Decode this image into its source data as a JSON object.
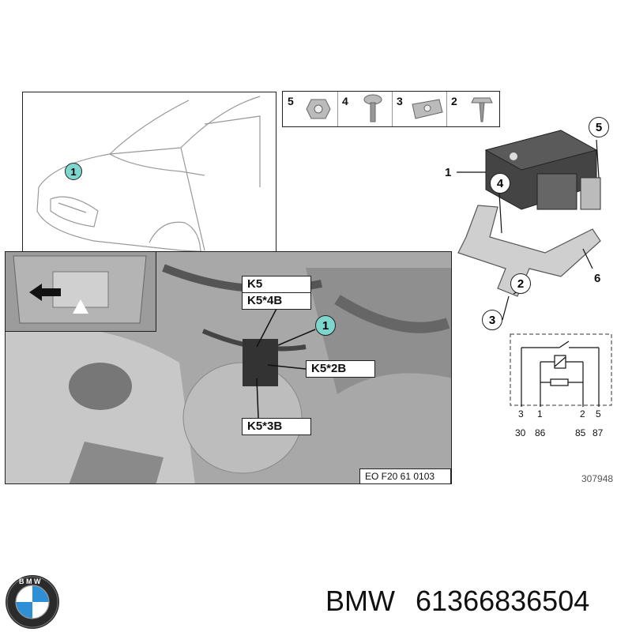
{
  "car_view": {
    "callout": "1"
  },
  "hardware": [
    {
      "number": "5",
      "icon": "nut-icon"
    },
    {
      "number": "4",
      "icon": "screw-icon"
    },
    {
      "number": "3",
      "icon": "clip-nut-icon"
    },
    {
      "number": "2",
      "icon": "bolt-icon"
    }
  ],
  "engine_bay": {
    "labels": [
      "K5",
      "K5*4B",
      "K5*2B",
      "K5*3B"
    ],
    "callout": "1",
    "footer_code": "EO F20 61 0103"
  },
  "relay": {
    "callouts": [
      "1",
      "5",
      "4",
      "6",
      "2",
      "3"
    ]
  },
  "schematic": {
    "pins": [
      "3",
      "1",
      "2",
      "5"
    ],
    "terminals": [
      "30",
      "86",
      "85",
      "87"
    ]
  },
  "drawing_number": "307948",
  "brand": "BMW",
  "part_number": "61366836504",
  "colors": {
    "callout_teal": "#7fd6cf",
    "photo_gray": "#a8a8a8"
  }
}
